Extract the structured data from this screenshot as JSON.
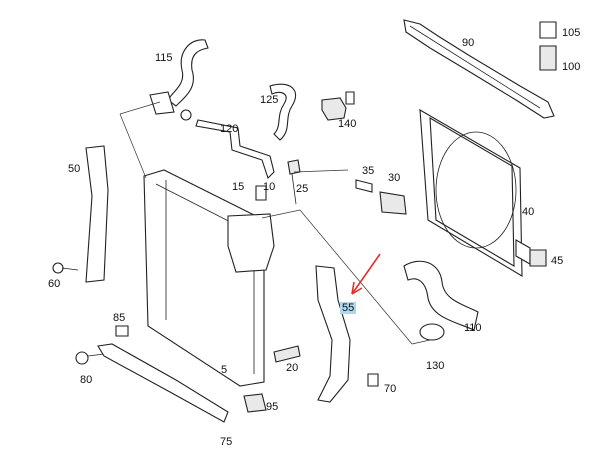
{
  "callouts": [
    {
      "id": "115",
      "label": "115"
    },
    {
      "id": "125",
      "label": "125"
    },
    {
      "id": "120",
      "label": "120"
    },
    {
      "id": "140",
      "label": "140"
    },
    {
      "id": "90",
      "label": "90"
    },
    {
      "id": "105",
      "label": "105"
    },
    {
      "id": "100",
      "label": "100"
    },
    {
      "id": "50",
      "label": "50"
    },
    {
      "id": "35",
      "label": "35"
    },
    {
      "id": "30",
      "label": "30"
    },
    {
      "id": "15",
      "label": "15"
    },
    {
      "id": "10",
      "label": "10"
    },
    {
      "id": "25",
      "label": "25"
    },
    {
      "id": "40",
      "label": "40"
    },
    {
      "id": "45",
      "label": "45"
    },
    {
      "id": "60",
      "label": "60"
    },
    {
      "id": "85",
      "label": "85"
    },
    {
      "id": "55",
      "label": "55",
      "highlight": true
    },
    {
      "id": "110",
      "label": "110"
    },
    {
      "id": "130",
      "label": "130"
    },
    {
      "id": "80",
      "label": "80"
    },
    {
      "id": "5",
      "label": "5"
    },
    {
      "id": "20",
      "label": "20"
    },
    {
      "id": "70",
      "label": "70"
    },
    {
      "id": "95",
      "label": "95"
    },
    {
      "id": "75",
      "label": "75"
    }
  ],
  "colors": {
    "highlight": "#aed6ec",
    "arrow": "#e0302c",
    "line": "#222222"
  }
}
